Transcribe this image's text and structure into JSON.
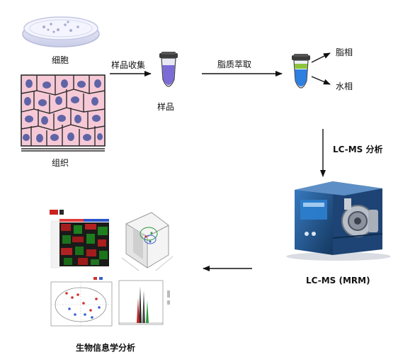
{
  "labels": {
    "cells": "细胞",
    "tissue": "组织",
    "sample_collection": "样品收集",
    "sample": "样品",
    "lipid_extraction": "脂质萃取",
    "lipid_phase": "脂相",
    "water_phase": "水相",
    "lcms_analysis": "LC-MS 分析",
    "lcms_mrm": "LC-MS (MRM)",
    "bioinformatics": "生物信息学分析"
  },
  "colors": {
    "tissue_cell_fill": "#f6c9d6",
    "tissue_nucleus": "#5f64a6",
    "tube_sample": "#7b6bd6",
    "tube_lipid": "#8cc43c",
    "tube_water": "#2d7fe0",
    "instrument_body": "#1f4f86",
    "instrument_panel": "#2b7fcf"
  }
}
